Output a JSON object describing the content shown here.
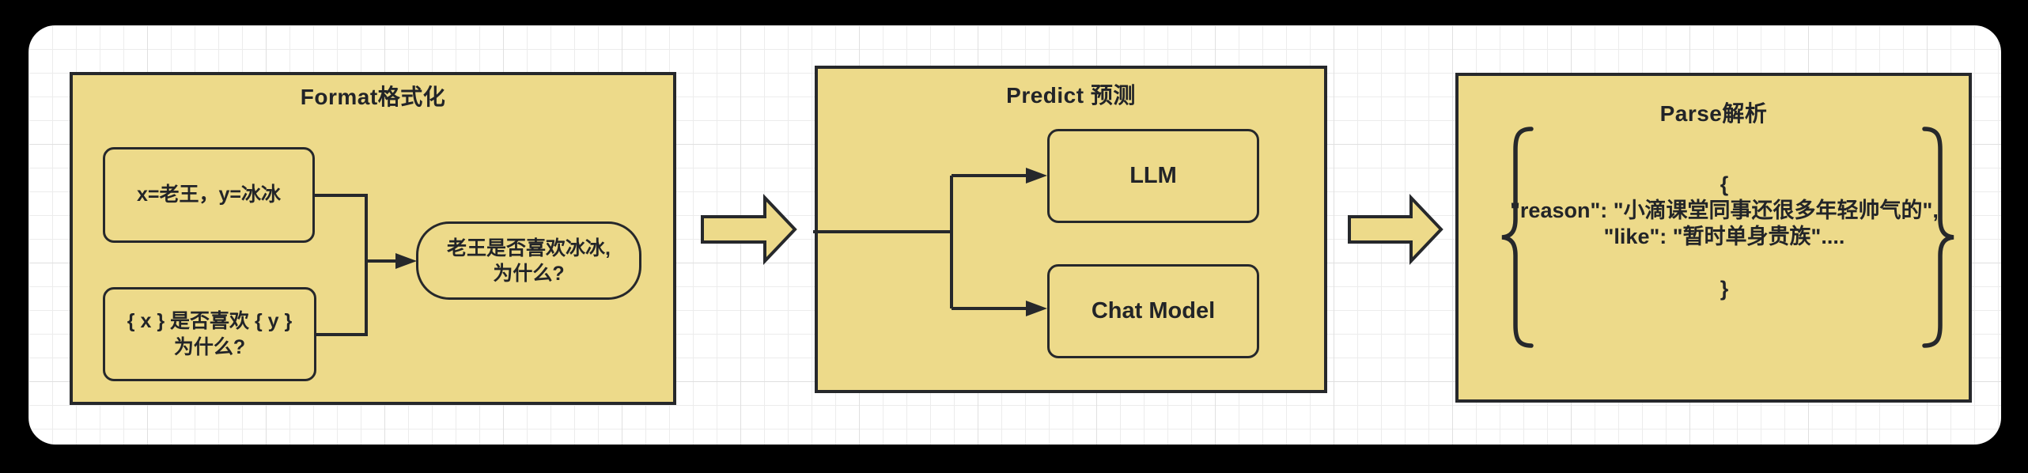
{
  "colors": {
    "surround": "#000000",
    "canvas": "#ffffff",
    "grid_line": "#ececec",
    "shape_fill": "#edda8a",
    "stroke": "#26282b",
    "text": "#222428"
  },
  "format_panel": {
    "title": "Format格式化",
    "input_box": "x=老王，y=冰冰",
    "template_box_line1": "{ x } 是否喜欢 { y }",
    "template_box_line2": "为什么?",
    "result_box_line1": "老王是否喜欢冰冰,",
    "result_box_line2": "为什么?"
  },
  "predict_panel": {
    "title": "Predict 预测",
    "llm_box": "LLM",
    "chat_model_box": "Chat Model"
  },
  "parse_panel": {
    "title": "Parse解析",
    "json_open": "{",
    "json_reason_line": "\"reason\": \"小滴课堂同事还很多年轻帅气的\",",
    "json_like_line": "\"like\": \"暂时单身贵族\"....",
    "json_close": "}"
  }
}
